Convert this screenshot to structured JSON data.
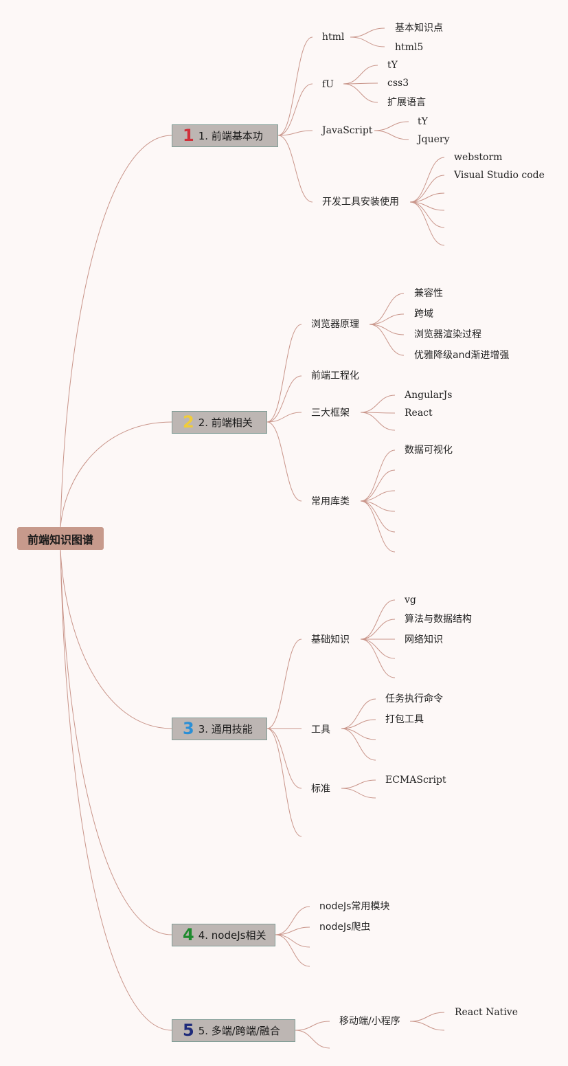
{
  "root": "前端知识图谱",
  "branches": [
    {
      "num": "1",
      "color": "#d0303a",
      "label": "1. 前端基本功"
    },
    {
      "num": "2",
      "color": "#f0cc3a",
      "label": "2. 前端相关"
    },
    {
      "num": "3",
      "color": "#2a8fd6",
      "label": "3. 通用技能"
    },
    {
      "num": "4",
      "color": "#1e8a2e",
      "label": "4. nodeJs相关"
    },
    {
      "num": "5",
      "color": "#1e2a7a",
      "label": "5. 多端/跨端/融合"
    }
  ],
  "nodes": {
    "html": "html",
    "jbzsd": "基本知识点",
    "html5": "html5",
    "fU": "fU",
    "tY1": "tY",
    "css3": "css3",
    "kzyy": "扩展语言",
    "js": "JavaScript",
    "tY2": "tY",
    "jquery": "Jquery",
    "kfgj": "开发工具安装使用",
    "webstorm": "webstorm",
    "vscode": "Visual Studio code",
    "llqyl": "浏览器原理",
    "jrx": "兼容性",
    "ky": "跨域",
    "xrgc": "浏览器渲染过程",
    "yyjj": "优雅降级and渐进增强",
    "gch": "前端工程化",
    "sdkj": "三大框架",
    "angular": "AngularJs",
    "react": "React",
    "cykl": "常用库类",
    "sjksh": "数据可视化",
    "jczs": "基础知识",
    "vg": "vg",
    "sfsj": "算法与数据结构",
    "wlzs": "网络知识",
    "gj": "工具",
    "rwzx": "任务执行命令",
    "dbgj": "打包工具",
    "bz": "标准",
    "ecma": "ECMAScript",
    "nodemk": "nodeJs常用模块",
    "nodepc": "nodeJs爬虫",
    "ydd": "移动端/小程序",
    "rn": "React Native"
  },
  "colors": {
    "edge": "#c9958a",
    "root_fill": "#c79a8c",
    "box_fill": "#bdb6b3",
    "box_border": "#7f9c95"
  }
}
